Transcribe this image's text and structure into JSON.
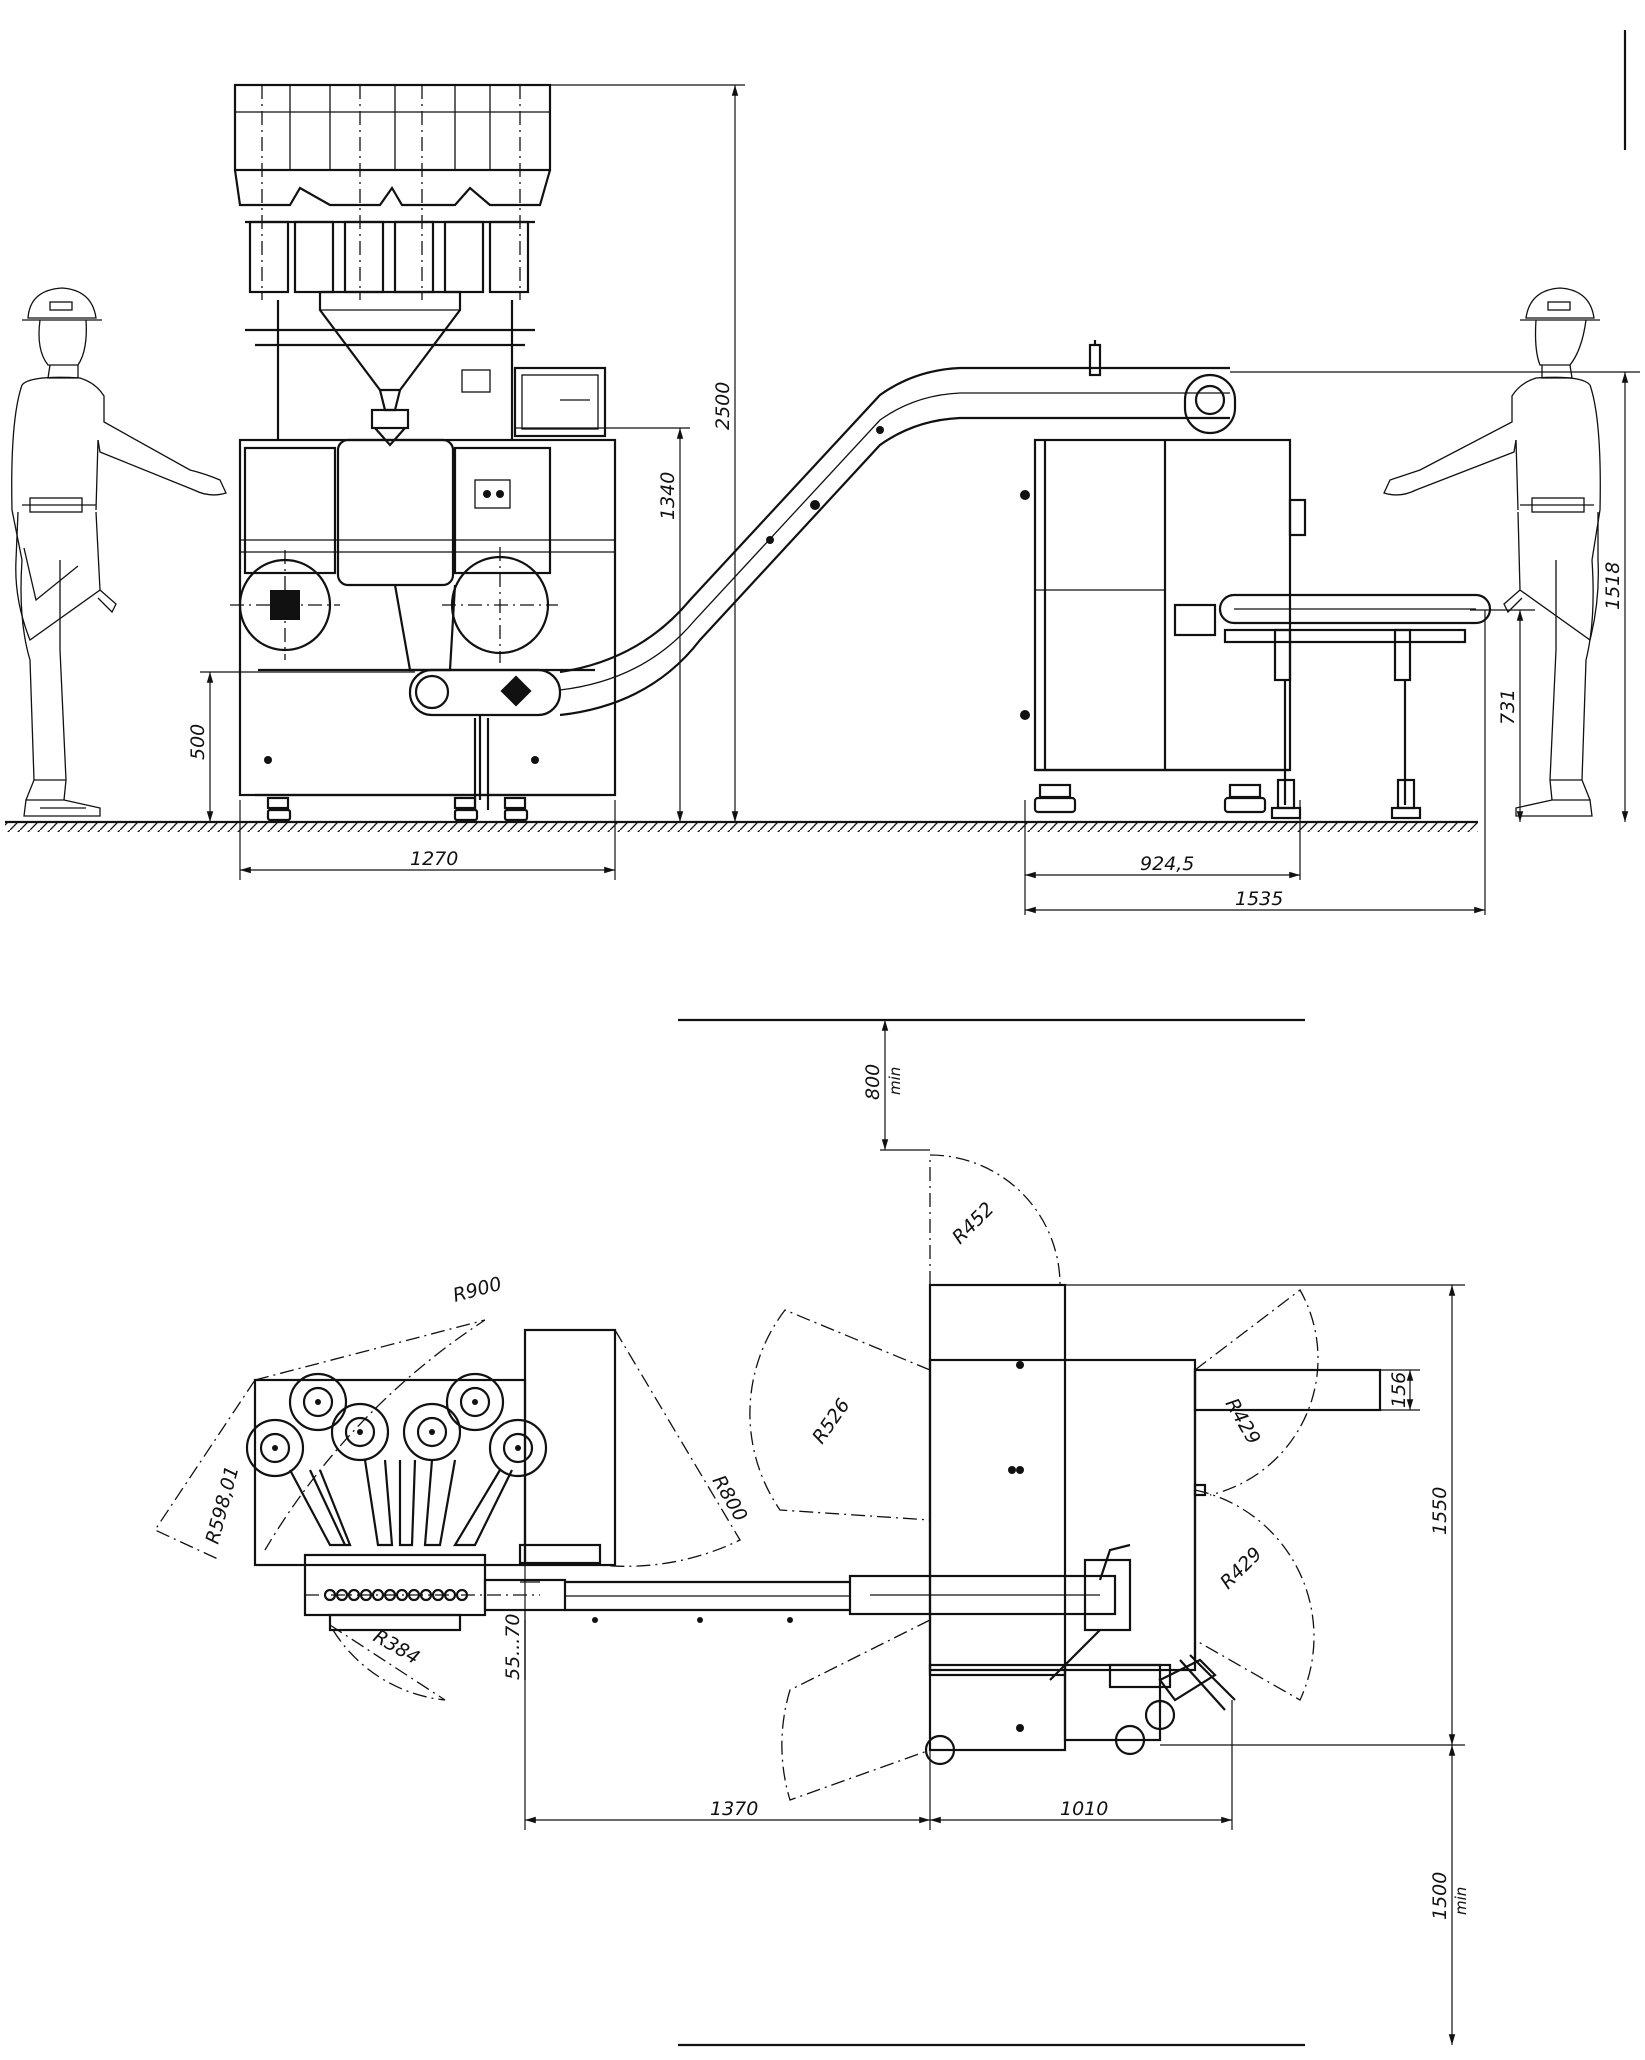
{
  "dimensions": {
    "side_view": {
      "d1270": "1270",
      "d924": "924,5",
      "d1535": "1535",
      "d2500": "2500",
      "d1340": "1340",
      "d500": "500",
      "d731": "731",
      "d1518": "1518"
    },
    "plan_view": {
      "d800": "800",
      "min_top": "min",
      "r452": "R452",
      "r900": "R900",
      "r598": "R598,01",
      "r800": "R800",
      "r384": "R384",
      "r526": "R526",
      "r429a": "R429",
      "r429b": "R429",
      "d156": "156",
      "d1550": "1550",
      "d55": "55...70",
      "d1370": "1370",
      "d1010": "1010",
      "d1500": "1500",
      "min_bottom": "min"
    }
  }
}
